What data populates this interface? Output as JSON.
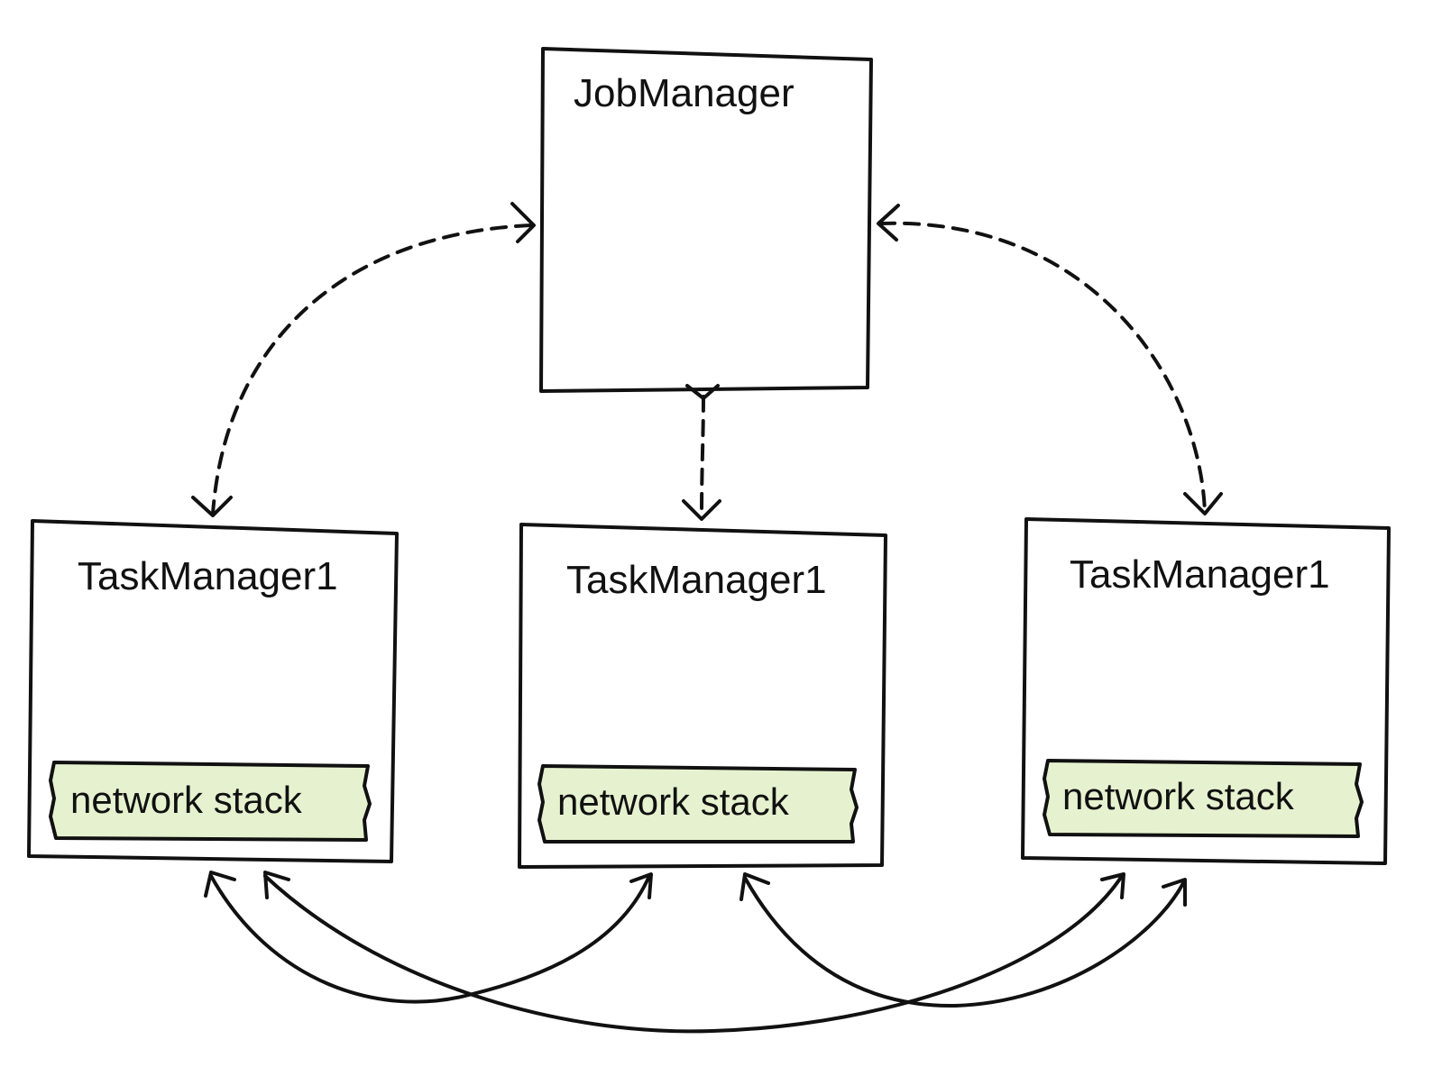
{
  "job_manager": {
    "label": "JobManager"
  },
  "task_managers": [
    {
      "label": "TaskManager1",
      "stack_label": "network stack"
    },
    {
      "label": "TaskManager1",
      "stack_label": "network stack"
    },
    {
      "label": "TaskManager1",
      "stack_label": "network stack"
    }
  ],
  "colors": {
    "stroke": "#111111",
    "network_stack_fill": "#e6f2cf",
    "background": "#ffffff"
  }
}
